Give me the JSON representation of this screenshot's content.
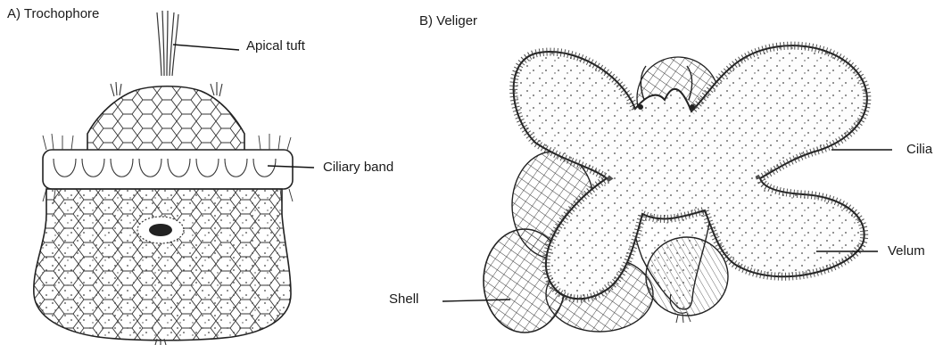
{
  "panels": [
    {
      "title": "A) Trochophore",
      "callouts": [
        {
          "label": "Apical tuft"
        },
        {
          "label": "Ciliary band"
        }
      ]
    },
    {
      "title": "B) Veliger",
      "callouts": [
        {
          "label": "Cilia"
        },
        {
          "label": "Velum"
        },
        {
          "label": "Shell"
        }
      ]
    }
  ],
  "colors": {
    "ink": "#1a1a1a",
    "paper": "#ffffff",
    "gut": "#222222"
  }
}
